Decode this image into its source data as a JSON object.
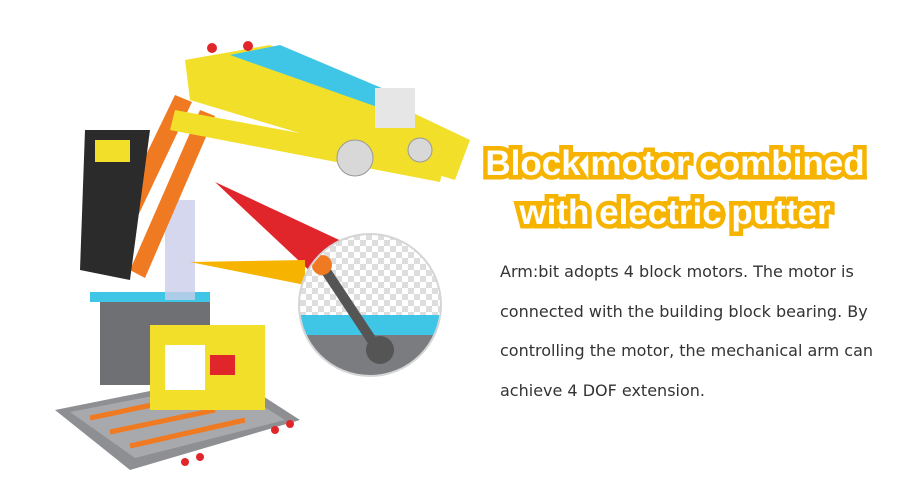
{
  "heading": {
    "line1": "Block motor combined",
    "line2": "with electric putter"
  },
  "description": "Arm:bit adopts 4 block motors. The motor is connected with the building block bearing. By controlling the motor, the mechanical arm can achieve 4 DOF extension.",
  "colors": {
    "heading_outline": "#f6b400",
    "heading_text": "#ffffff",
    "body_text": "#333333"
  }
}
